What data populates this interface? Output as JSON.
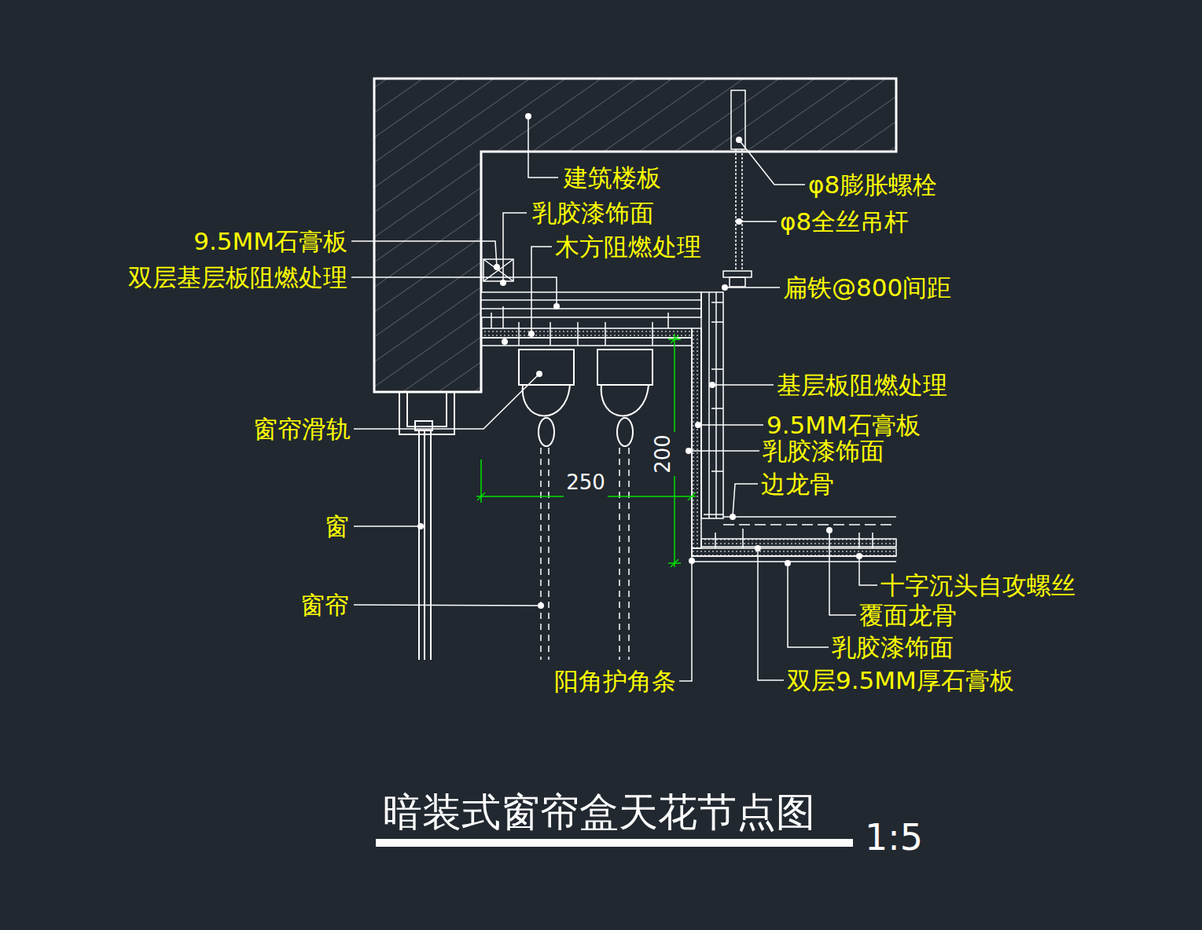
{
  "diagram": {
    "title": "暗装式窗帘盒天花节点图",
    "labels": [
      "建筑楼板",
      "乳胶漆饰面",
      "木方阻燃处理",
      "9.5MM石膏板",
      "双层基层板阻燃处理",
      "φ8膨胀螺栓",
      "φ8全丝吊杆",
      "扁铁@800间距",
      "基层板阻燃处理",
      "9.5MM石膏板",
      "乳胶漆饰面",
      "边龙骨",
      "窗帘滑轨",
      "窗",
      "窗帘",
      "250",
      "200",
      "十字沉头自攻螺丝",
      "覆面龙骨",
      "乳胶漆饰面",
      "双层9.5MM厚石膏板",
      "阳角护角条",
      "1:5"
    ]
  }
}
